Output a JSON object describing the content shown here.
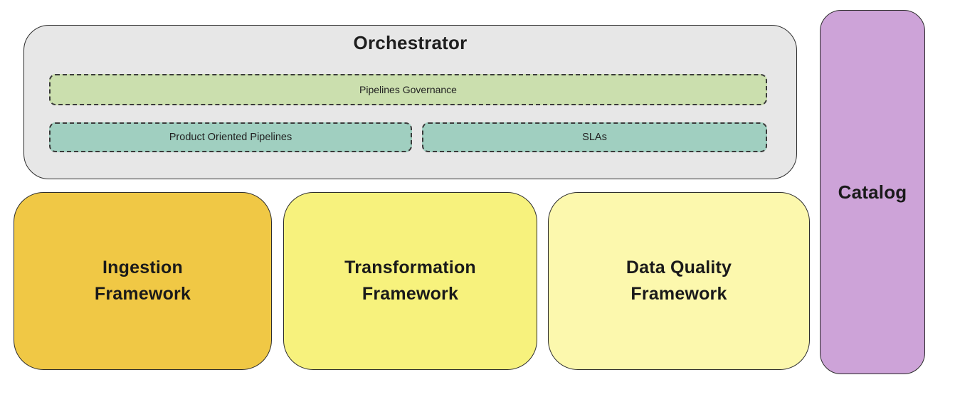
{
  "page": {
    "background_color": "#ffffff",
    "border_color": "#2d2d2d",
    "text_color": "#1a1a1a"
  },
  "orchestrator": {
    "title": "Orchestrator",
    "fill": "#e7e7e7",
    "pipelines_governance": {
      "label": "Pipelines Governance",
      "fill": "#cbdfae",
      "border_style": "dashed"
    },
    "product_oriented_pipelines": {
      "label": "Product Oriented Pipelines",
      "fill": "#a0cfc0",
      "border_style": "dashed"
    },
    "slas": {
      "label": "SLAs",
      "fill": "#a0cfc0",
      "border_style": "dashed"
    }
  },
  "frameworks": {
    "ingestion": {
      "label": "Ingestion\nFramework",
      "fill": "#f0c845"
    },
    "transformation": {
      "label": "Transformation\nFramework",
      "fill": "#f7f27d"
    },
    "data_quality": {
      "label": "Data Quality\nFramework",
      "fill": "#fcf8ad"
    }
  },
  "catalog": {
    "label": "Catalog",
    "fill": "#cda3d8"
  }
}
